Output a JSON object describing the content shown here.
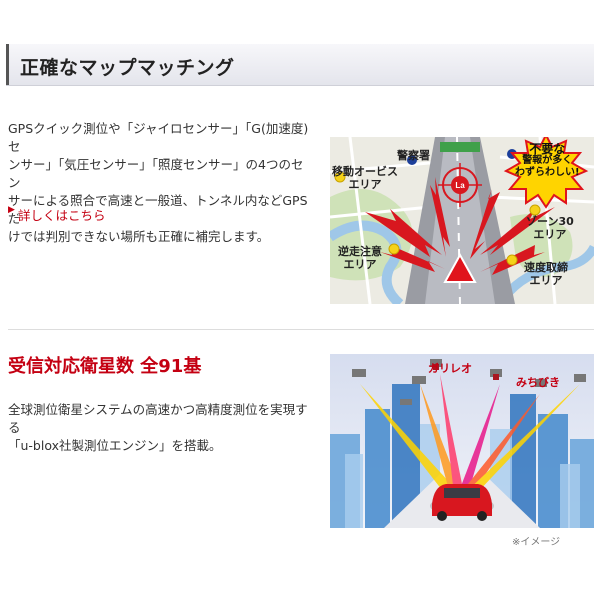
{
  "section1": {
    "title": "正確なマップマッチング",
    "paragraph_lines": [
      "GPSクイック測位や「ジャイロセンサー」「G(加速度)セ",
      "ンサー」「気圧センサー」「照度センサー」の4つのセン",
      "サーによる照合で高速と一般道、トンネル内などGPSだ",
      "けでは判別できない場所も正確に補完します。"
    ],
    "link_arrow": "▶",
    "link_text": "詳しくはこちら",
    "map_labels": {
      "police": "警察署",
      "orbis_1": "移動オービス",
      "orbis_2": "エリア",
      "wrong_way_1": "逆走注意",
      "wrong_way_2": "エリア",
      "zone30_1": "ゾーン30",
      "zone30_2": "エリア",
      "speed_1": "速度取締",
      "speed_2": "エリア",
      "burst_1": "不要な",
      "burst_2": "警報が多く",
      "burst_3": "わずらわしい!",
      "sign": "La"
    }
  },
  "section2": {
    "title": "受信対応衛星数 全91基",
    "paragraph_lines": [
      "全球測位衛星システムの高速かつ高精度測位を実現する",
      "「u-blox社製測位エンジン」を搭載。"
    ],
    "satellite_labels": {
      "galileo": "ガリレオ",
      "michibiki": "みちびき"
    },
    "caption": "※イメージ"
  },
  "colors": {
    "accent_red": "#c40012",
    "marker_yellow": "#f5d21a",
    "marker_blue": "#1d3f9a"
  }
}
